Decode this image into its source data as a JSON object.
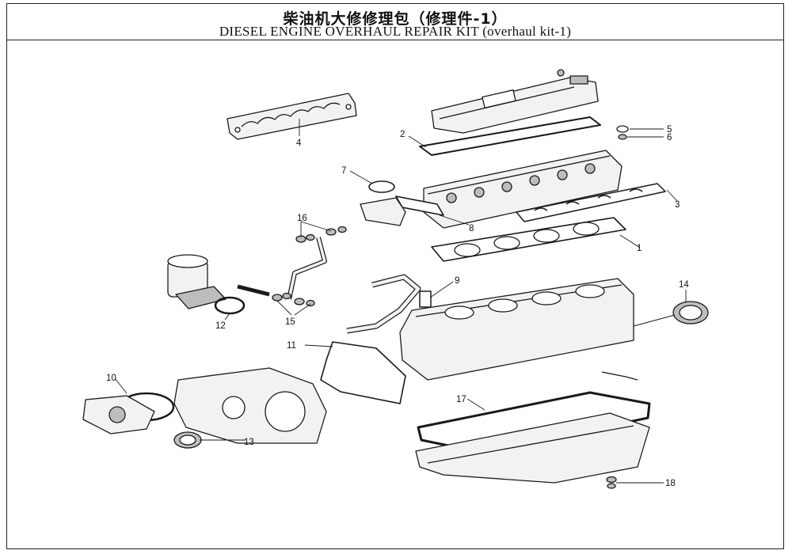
{
  "header": {
    "title_zh": "柴油机大修修理包（修理件-1）",
    "title_en": "DIESEL ENGINE OVERHAUL REPAIR KIT (overhaul kit-1)"
  },
  "callouts": [
    {
      "id": "callout-1",
      "label": "1"
    },
    {
      "id": "callout-2",
      "label": "2"
    },
    {
      "id": "callout-3",
      "label": "3"
    },
    {
      "id": "callout-4",
      "label": "4"
    },
    {
      "id": "callout-5",
      "label": "5"
    },
    {
      "id": "callout-6",
      "label": "6"
    },
    {
      "id": "callout-7",
      "label": "7"
    },
    {
      "id": "callout-8",
      "label": "8"
    },
    {
      "id": "callout-9",
      "label": "9"
    },
    {
      "id": "callout-10",
      "label": "10"
    },
    {
      "id": "callout-11",
      "label": "11"
    },
    {
      "id": "callout-12",
      "label": "12"
    },
    {
      "id": "callout-13",
      "label": "13"
    },
    {
      "id": "callout-14",
      "label": "14"
    },
    {
      "id": "callout-15",
      "label": "15"
    },
    {
      "id": "callout-16",
      "label": "16"
    },
    {
      "id": "callout-17",
      "label": "17"
    },
    {
      "id": "callout-18",
      "label": "18"
    }
  ],
  "colors": {
    "line": "#1a1a1a",
    "fill": "#f2f2f2",
    "shade": "#bdbdbd"
  }
}
